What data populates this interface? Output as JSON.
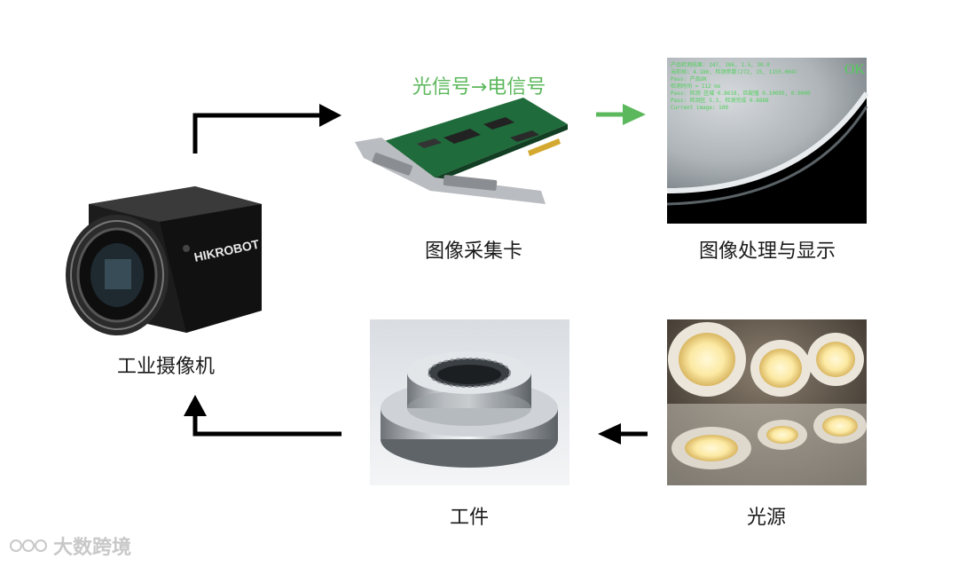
{
  "nodes": {
    "camera": {
      "label": "工业摄像机",
      "brand": "HIKROBOT"
    },
    "capture_card": {
      "label": "图像采集卡",
      "conversion": "光信号→电信号"
    },
    "processing": {
      "label": "图像处理与显示",
      "status": "OK",
      "screen_lines": [
        "产品检测结果: 247, 186, 1.5, 30.0",
        "当前帧: 4.186, 检测参数(272, 15, 1155.004)",
        "Pass: 产品OK",
        "检测时间 = 112 ms",
        "Pass: 检测 区域 0.8618, 匹配值 0.10095, 0.9000",
        "Pass: 检测区 5.3, 检测完成 0.8888",
        "Current image: 100"
      ]
    },
    "light_source": {
      "label": "光源"
    },
    "workpiece": {
      "label": "工件"
    }
  },
  "colors": {
    "arrow": "#000000",
    "signal_arrow": "#5cb85c",
    "screen_text": "#4fcf5a"
  },
  "watermark": {
    "text": "大数跨境"
  }
}
